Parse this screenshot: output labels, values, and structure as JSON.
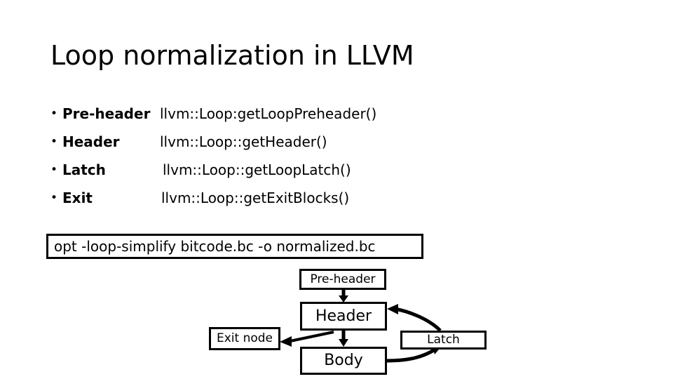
{
  "slide": {
    "title": "Loop normalization in LLVM",
    "bullets": [
      {
        "bullet": "•",
        "term": "Pre-header",
        "code": "llvm::Loop:getLoopPreheader()"
      },
      {
        "bullet": "•",
        "term": "Header",
        "code": "llvm::Loop::getHeader()"
      },
      {
        "bullet": "•",
        "term": "Latch",
        "code": "llvm::Loop::getLoopLatch()"
      },
      {
        "bullet": "•",
        "term": "Exit",
        "code": "llvm::Loop::getExitBlocks()"
      }
    ],
    "command": "opt -loop-simplify bitcode.bc -o normalized.bc",
    "flowchart": {
      "nodes": {
        "preheader": "Pre-header",
        "header": "Header",
        "exit": "Exit node",
        "latch": "Latch",
        "body": "Body"
      },
      "edges": [
        {
          "from": "preheader",
          "to": "header",
          "style": "straight-down-arrow"
        },
        {
          "from": "header",
          "to": "body",
          "style": "straight-down-arrow"
        },
        {
          "from": "header",
          "to": "exit",
          "style": "diagonal-left-arrow"
        },
        {
          "from": "body",
          "to": "latch",
          "style": "curved-right-up-arrow"
        },
        {
          "from": "latch",
          "to": "header",
          "style": "curved-left-up-arrow"
        }
      ]
    }
  },
  "colors": {
    "background": "#ffffff",
    "foreground": "#000000",
    "box_border": "#000000"
  }
}
